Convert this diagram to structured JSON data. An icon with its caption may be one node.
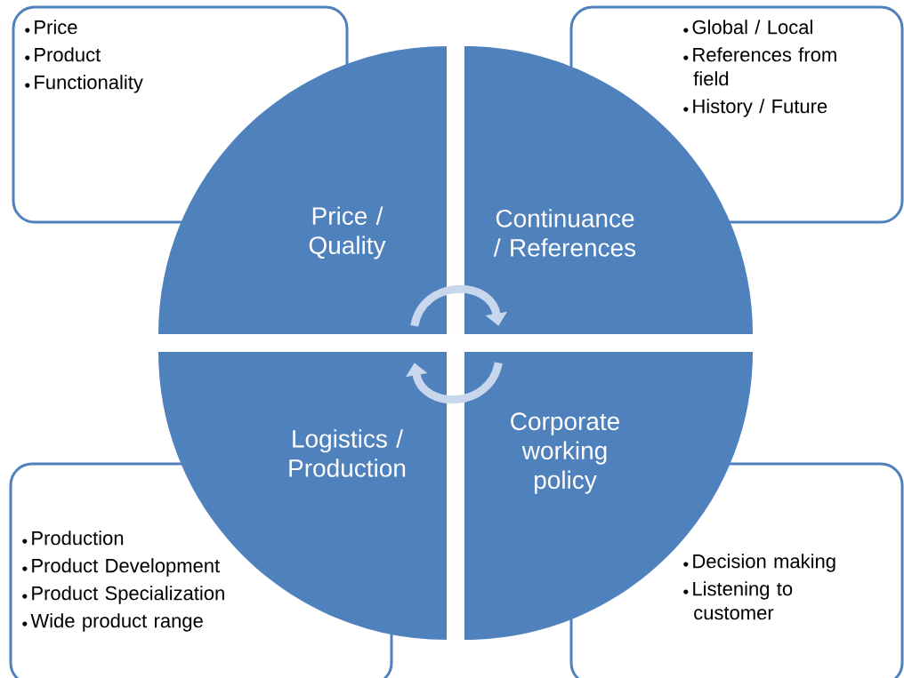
{
  "diagram": {
    "nodes": [
      {
        "text": [
          "Price",
          "Product",
          "Functionality"
        ]
      },
      {
        "text": [
          "Global / Local",
          "References from field",
          "History / Future"
        ]
      },
      {
        "text": [
          "Price / Quality"
        ]
      },
      {
        "text": [
          "Continuance / References"
        ]
      },
      {
        "text": [
          "Logistics / Production"
        ]
      },
      {
        "text": [
          "Corporate working policy"
        ]
      },
      {
        "text": [
          "Production",
          "Product Development",
          "Product Specialization",
          "Wide product range"
        ]
      },
      {
        "text": [
          "Decision making",
          "Listening to customer"
        ]
      }
    ],
    "edges": [
      {
        "from": 2,
        "to": 3,
        "arrow": "to"
      },
      {
        "from": 5,
        "to": 4,
        "arrow": "to"
      }
    ]
  }
}
